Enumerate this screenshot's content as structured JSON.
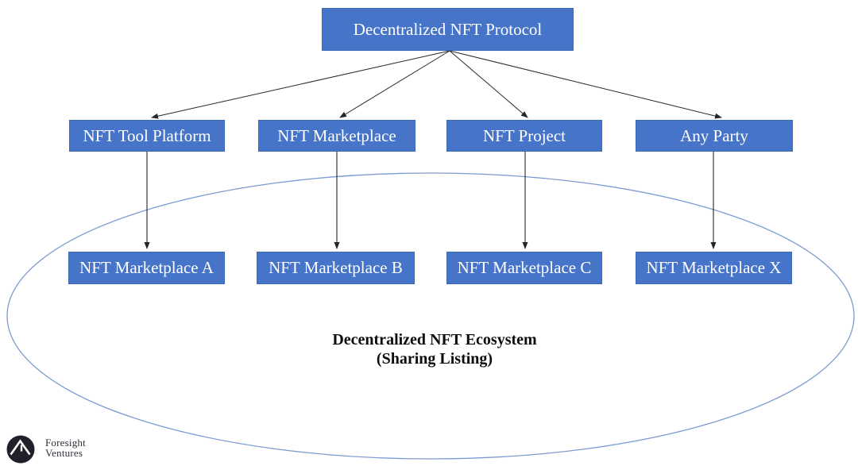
{
  "diagram": {
    "root": {
      "label": "Decentralized NFT Protocol"
    },
    "platforms": [
      {
        "label": "NFT Tool Platform"
      },
      {
        "label": "NFT Marketplace"
      },
      {
        "label": "NFT Project"
      },
      {
        "label": "Any Party"
      }
    ],
    "marketplaces": [
      {
        "label": "NFT Marketplace A"
      },
      {
        "label": "NFT Marketplace B"
      },
      {
        "label": "NFT Marketplace C"
      },
      {
        "label": "NFT Marketplace X"
      }
    ],
    "ecosystem": {
      "title": "Decentralized NFT Ecosystem",
      "subtitle": "(Sharing Listing)"
    },
    "edges": [
      {
        "from": "Decentralized NFT Protocol",
        "to": "NFT Tool Platform"
      },
      {
        "from": "Decentralized NFT Protocol",
        "to": "NFT Marketplace"
      },
      {
        "from": "Decentralized NFT Protocol",
        "to": "NFT Project"
      },
      {
        "from": "Decentralized NFT Protocol",
        "to": "Any Party"
      },
      {
        "from": "NFT Tool Platform",
        "to": "NFT Marketplace A"
      },
      {
        "from": "NFT Marketplace",
        "to": "NFT Marketplace B"
      },
      {
        "from": "NFT Project",
        "to": "NFT Marketplace C"
      },
      {
        "from": "Any Party",
        "to": "NFT Marketplace X"
      }
    ]
  },
  "branding": {
    "logo_name": "Foresight Ventures",
    "logo_line1": "Foresight",
    "logo_line2": "Ventures"
  },
  "colors": {
    "node_fill": "#4674C8",
    "node_text": "#FFFFFF",
    "ellipse_stroke": "#7D9BD2",
    "arrow": "#262626",
    "ecosystem_text": "#0D0D0D",
    "logo_dark": "#20202A"
  }
}
